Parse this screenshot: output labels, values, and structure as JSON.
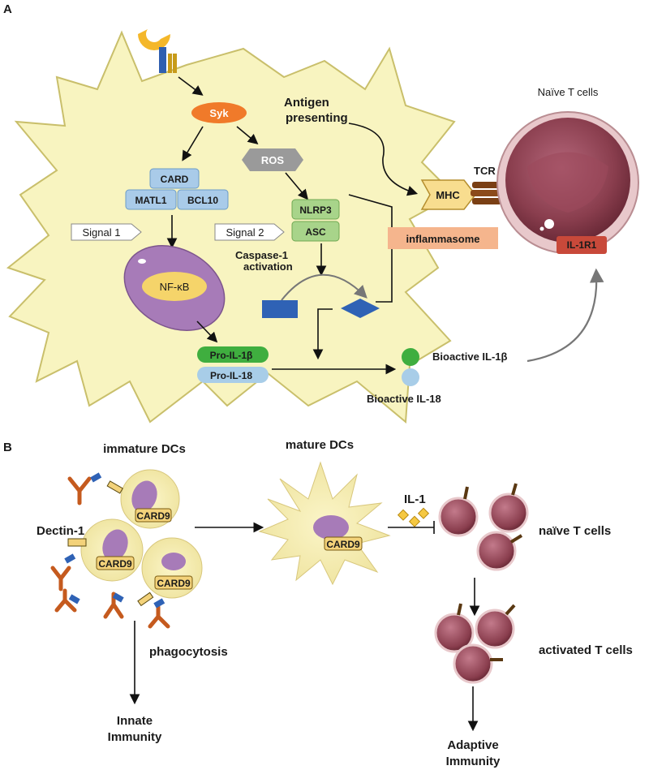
{
  "panel_a": {
    "label": "A",
    "syk": "Syk",
    "ros": "ROS",
    "card": "CARD",
    "matl1": "MATL1",
    "bcl10": "BCL10",
    "signal1": "Signal 1",
    "signal2": "Signal 2",
    "nlrp3": "NLRP3",
    "asc": "ASC",
    "caspase_line1": "Caspase-1",
    "caspase_line2": "activation",
    "nfkb": "NF-κB",
    "antigen_line1": "Antigen",
    "antigen_line2": "presenting",
    "mhc": "MHC",
    "tcr": "TCR",
    "naive_t_cells": "Naïve T cells",
    "il1r1": "IL-1R1",
    "inflammasome": "inflammasome",
    "pro_il1b": "Pro-IL-1β",
    "pro_il18": "Pro-IL-18",
    "bioactive_il1b": "Bioactive IL-1β",
    "bioactive_il18": "Bioactive IL-18"
  },
  "panel_b": {
    "label": "B",
    "immature_dcs": "immature DCs",
    "mature_dcs": "mature DCs",
    "dectin1": "Dectin-1",
    "card9": "CARD9",
    "il1": "IL-1",
    "naive_t_cells": "naïve T cells",
    "activated_t_cells": "activated T cells",
    "phagocytosis": "phagocytosis",
    "innate_line1": "Innate",
    "innate_line2": "Immunity",
    "adaptive_line1": "Adaptive",
    "adaptive_line2": "Immunity"
  },
  "colors": {
    "cell_fill": "#f8f4c0",
    "syk": "#f07a2a",
    "ros": "#9a9a9a",
    "card_box": "#a9cbe9",
    "nlrp3_box": "#a8d48a",
    "inflammasome_box": "#f5b58d",
    "nucleus": "#a77bb8",
    "t_cell": "#8a3e4e",
    "il1r1": "#c8493a",
    "il1b": "#3fae3f",
    "il18": "#a8cde8",
    "receptor": "#c55a1e",
    "dectin_bar": "#f3d27a"
  }
}
